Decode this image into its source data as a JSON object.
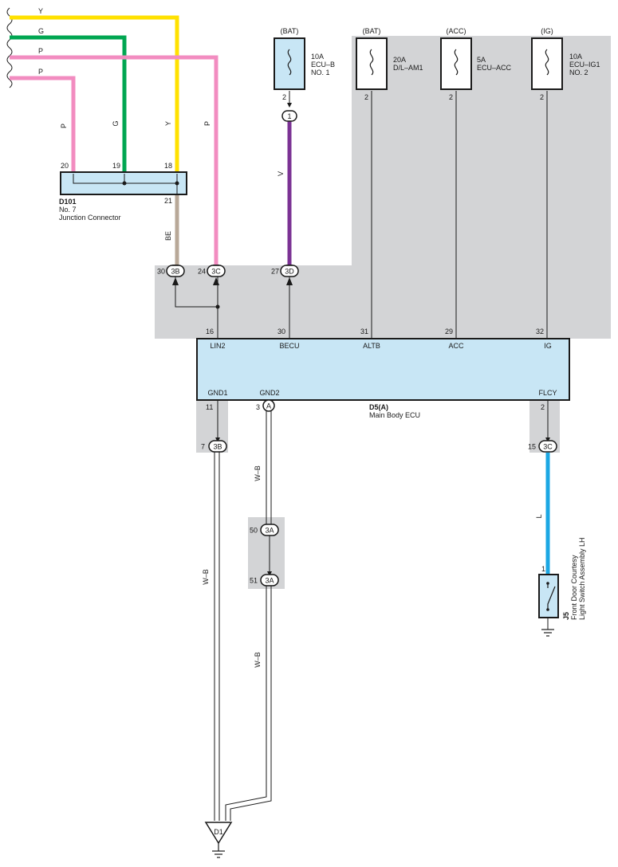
{
  "colors": {
    "shade": "#d3d4d6",
    "component_fill": "#c8e6f5",
    "wire_Y": "#ffe100",
    "wire_G": "#00a651",
    "wire_P": "#f28cc0",
    "wire_V": "#7b3294",
    "wire_BE": "#b8a898",
    "wire_L": "#1ca7e3",
    "wire_WB": "#ffffff",
    "line": "#1a1a1a"
  },
  "incoming_wires": [
    {
      "color_code": "Y"
    },
    {
      "color_code": "G"
    },
    {
      "color_code": "P"
    },
    {
      "color_code": "P"
    }
  ],
  "wire_labels": {
    "p_left": "P",
    "g": "G",
    "y": "Y",
    "p_right": "P",
    "v": "V",
    "be": "BE",
    "wb_gnd2_upper": "W–B",
    "wb_gnd1": "W–B",
    "wb_gnd2_lower": "W–B",
    "l": "L"
  },
  "fuses": [
    {
      "source": "(BAT)",
      "rating": "10A",
      "name_line1": "ECU–B",
      "name_line2": "NO. 1",
      "pin": "2"
    },
    {
      "source": "(BAT)",
      "rating": "20A",
      "name_line1": "D/L–AM1",
      "name_line2": "",
      "pin": "2"
    },
    {
      "source": "(ACC)",
      "rating": "5A",
      "name_line1": "ECU–ACC",
      "name_line2": "",
      "pin": "2"
    },
    {
      "source": "(IG)",
      "rating": "10A",
      "name_line1": "ECU–IG1",
      "name_line2": "NO. 2",
      "pin": "2"
    }
  ],
  "inline_connector_1": {
    "label": "1"
  },
  "junction_connector": {
    "code": "D101",
    "name_line1": "No. 7",
    "name_line2": "Junction Connector",
    "pins": {
      "p20": "20",
      "p19": "19",
      "p18": "18",
      "p21": "21"
    }
  },
  "connectors_row": [
    {
      "pin": "30",
      "code": "3B"
    },
    {
      "pin": "24",
      "code": "3C"
    },
    {
      "pin": "27",
      "code": "3D"
    }
  ],
  "ecu": {
    "code": "D5(A)",
    "name": "Main Body ECU",
    "top_pins": [
      {
        "pin": "16",
        "name": "LIN2"
      },
      {
        "pin": "30",
        "name": "BECU"
      },
      {
        "pin": "31",
        "name": "ALTB"
      },
      {
        "pin": "29",
        "name": "ACC"
      },
      {
        "pin": "32",
        "name": "IG"
      }
    ],
    "bottom_pins": [
      {
        "pin": "11",
        "name": "GND1"
      },
      {
        "pin": "3",
        "name": "GND2",
        "code": "A"
      },
      {
        "pin": "2",
        "name": "FLCY"
      }
    ]
  },
  "lower_connectors": {
    "gnd1": {
      "pin": "7",
      "code": "3B"
    },
    "flcy": {
      "pin": "15",
      "code": "3C"
    },
    "j50": {
      "pin": "50",
      "code": "3A"
    },
    "j51": {
      "pin": "51",
      "code": "3A"
    }
  },
  "switch": {
    "code": "J5",
    "name_line1": "Front Door Courtesy",
    "name_line2": "Light Switch Assembly LH",
    "pin": "1"
  },
  "ground_point": {
    "label": "D1"
  }
}
